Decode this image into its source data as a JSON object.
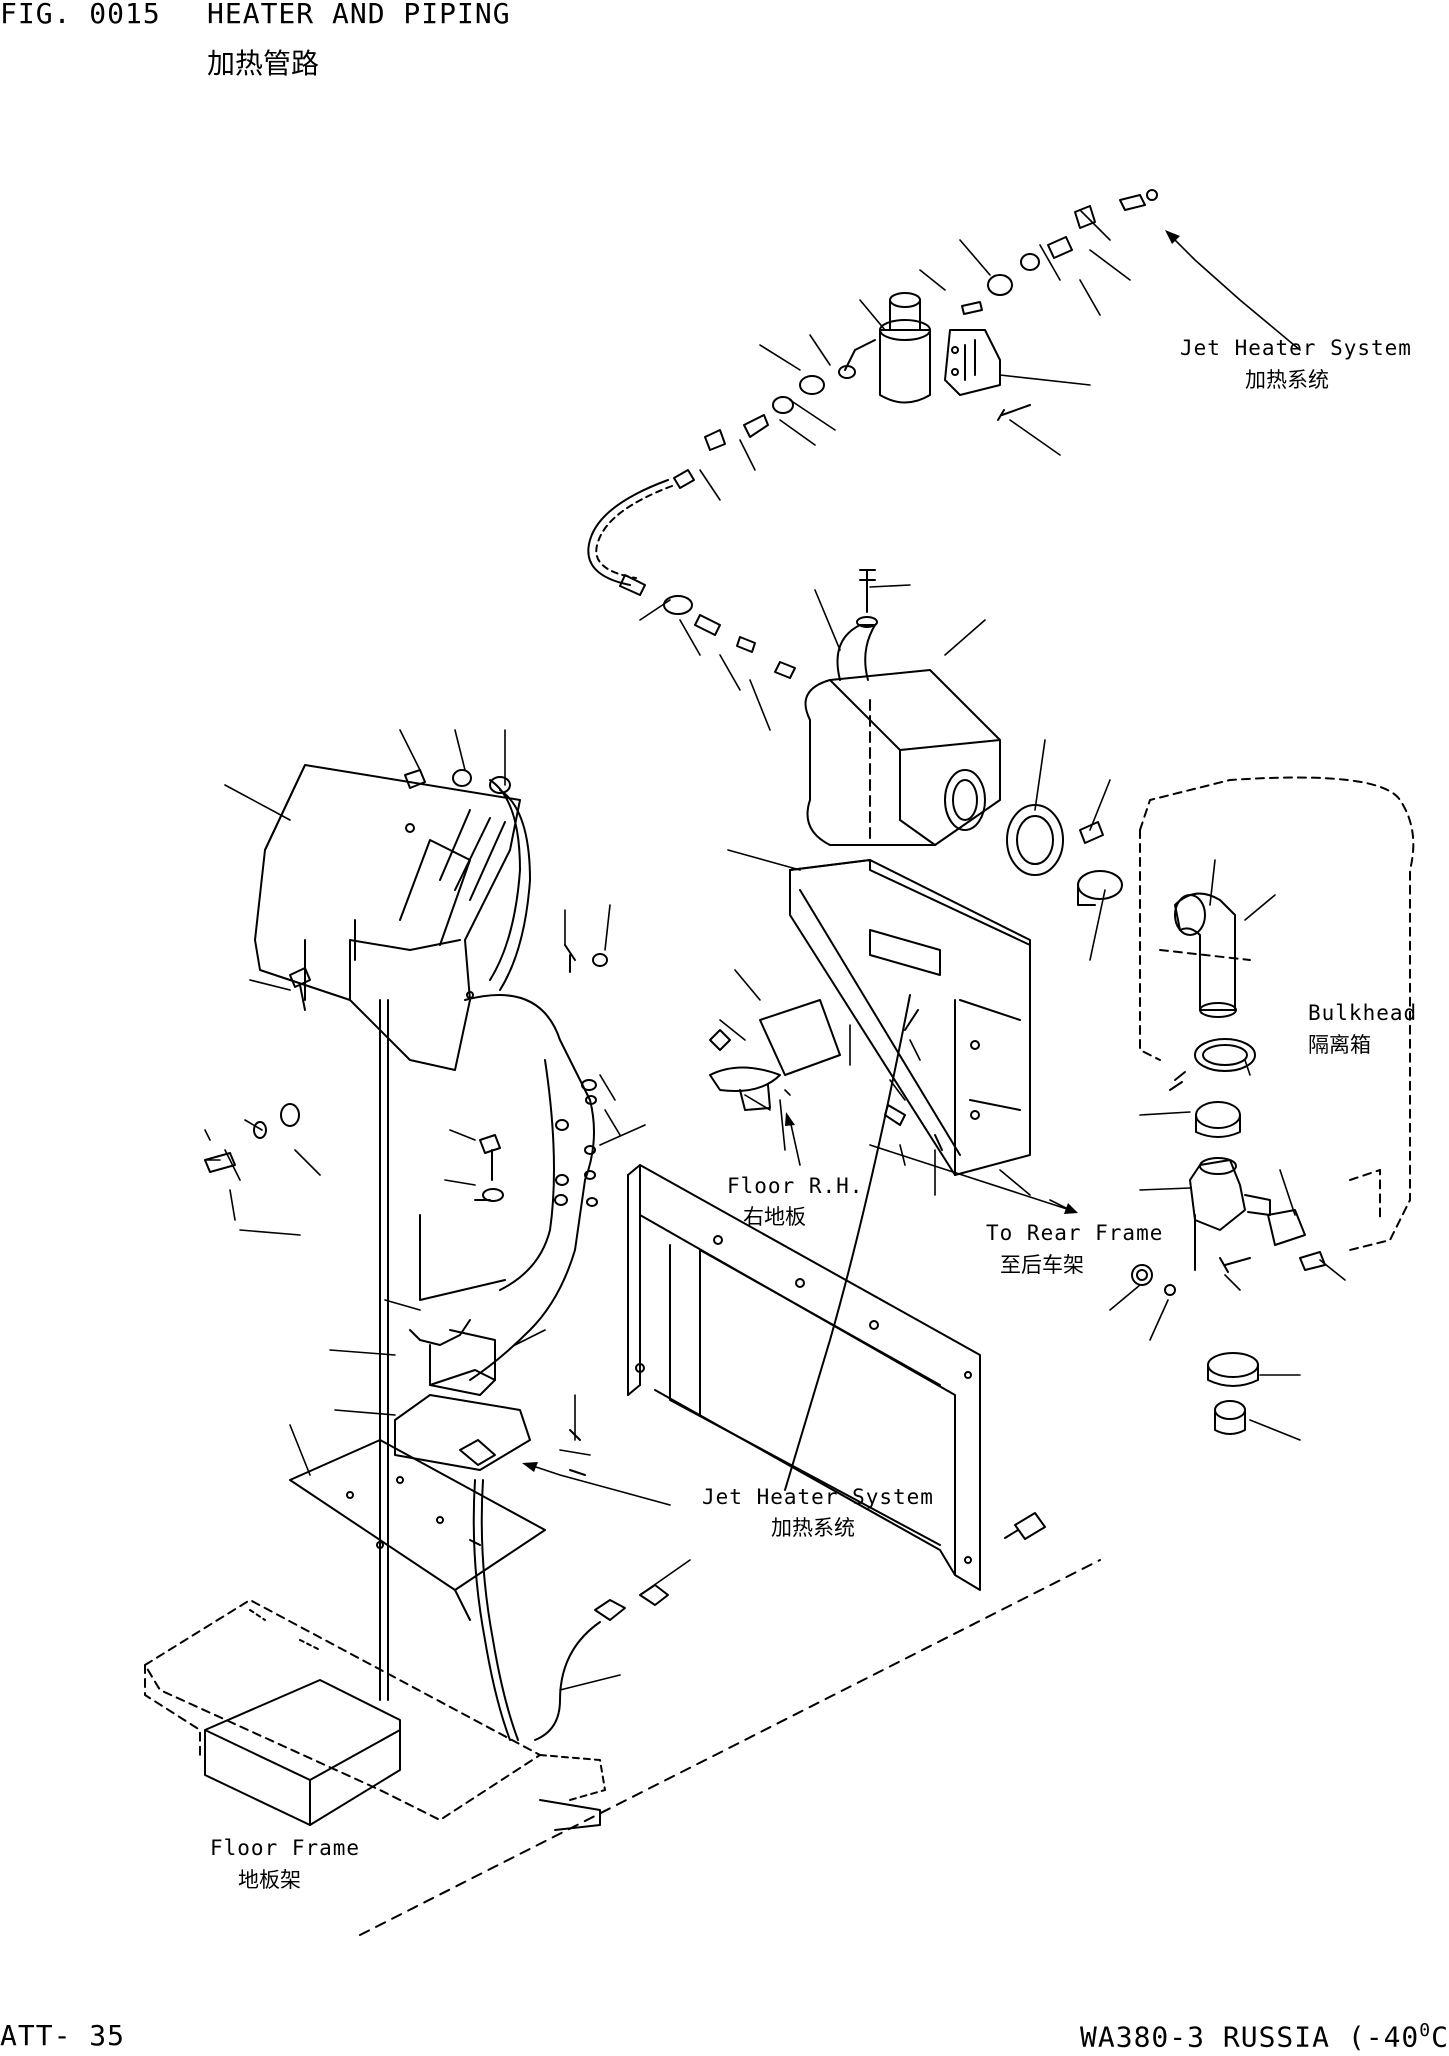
{
  "header": {
    "fig_number": "FIG. 0015",
    "title": "HEATER AND PIPING",
    "title_cn": "加热管路"
  },
  "labels": {
    "jet_heater_top": {
      "en": "Jet Heater System",
      "cn": "加热系统"
    },
    "bulkhead": {
      "en": "Bulkhead",
      "cn": "隔离箱"
    },
    "floor_rh": {
      "en": "Floor R.H.",
      "cn": "右地板"
    },
    "to_rear_frame": {
      "en": "To Rear Frame",
      "cn": "至后车架"
    },
    "jet_heater_bottom": {
      "en": "Jet Heater System",
      "cn": "加热系统"
    },
    "floor_frame": {
      "en": "Floor Frame",
      "cn": "地板架"
    }
  },
  "footer": {
    "page_code": "ATT- 35",
    "model": "WA380-3 RUSSIA (-40",
    "degree_sup": "0",
    "unit_close": "C)"
  }
}
